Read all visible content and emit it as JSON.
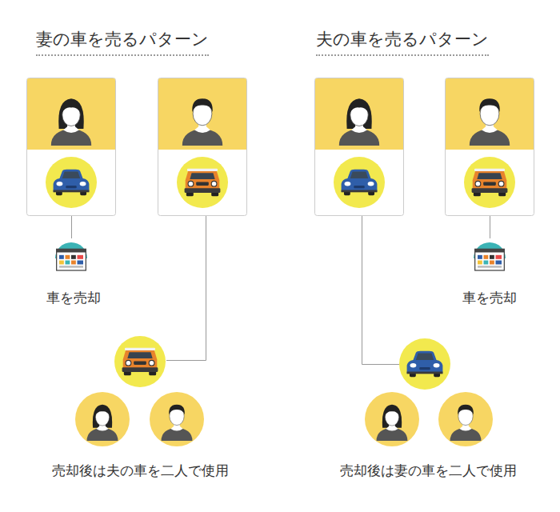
{
  "diagram": {
    "labels": [
      "妻の車を売るパターン",
      "夫の車を売るパターン",
      "車を売却",
      "売却後は夫の車を二人で使用",
      "車を売却",
      "売却後は妻の車を二人で使用"
    ]
  }
}
